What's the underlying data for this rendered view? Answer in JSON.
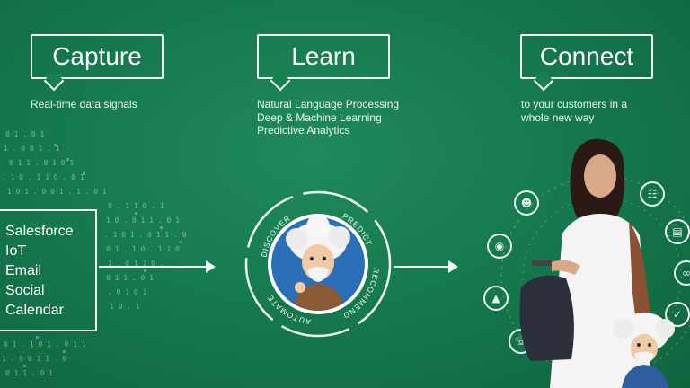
{
  "steps": {
    "capture": {
      "title": "Capture",
      "lines": [
        "Real-time data signals"
      ]
    },
    "learn": {
      "title": "Learn",
      "lines": [
        "Natural Language Processing",
        "Deep & Machine Learning",
        "Predictive Analytics"
      ]
    },
    "connect": {
      "title": "Connect",
      "lines": [
        "to your customers in a",
        "whole new way"
      ]
    }
  },
  "sources": [
    "Salesforce",
    "IoT",
    "Email",
    "Social",
    "Calendar"
  ],
  "cycle": {
    "labels": [
      "DISCOVER",
      "PREDICT",
      "RECOMMEND",
      "AUTOMATE"
    ]
  },
  "colors": {
    "background": "#167a4f",
    "chalk": "#f2f7f3",
    "mascot_circle": "#2a6fb8"
  },
  "icons": [
    "people-icon",
    "cart-icon",
    "location-pin-icon",
    "bar-chart-icon",
    "tag-icon",
    "link-icon",
    "thumbs-up-icon",
    "phone-icon"
  ]
}
